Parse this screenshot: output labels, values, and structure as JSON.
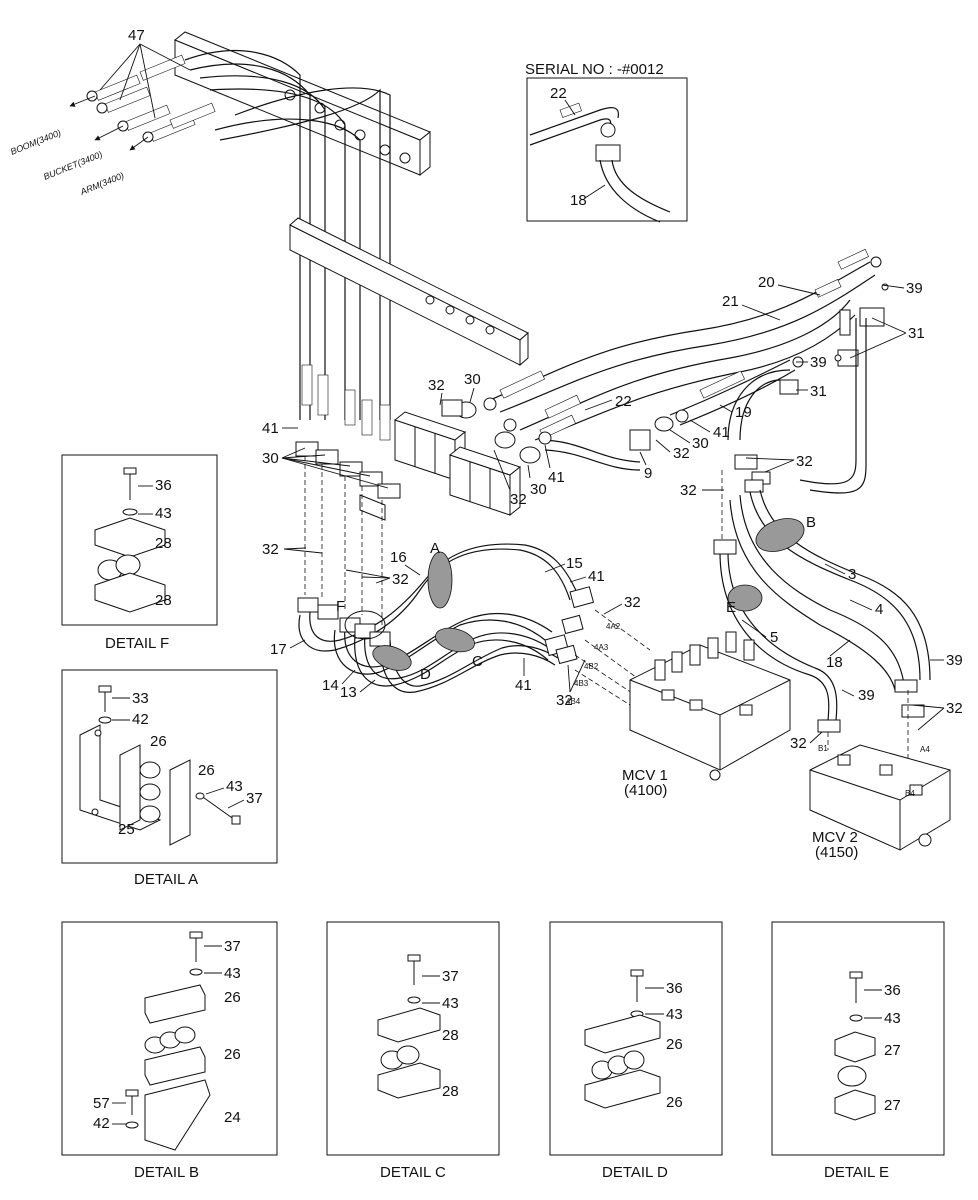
{
  "serial": {
    "title": "SERIAL NO : -#0012",
    "labels": [
      "22",
      "18"
    ]
  },
  "outputs": {
    "boom": "BOOM(3400)",
    "bucket": "BUCKET(3400)",
    "arm": "ARM(3400)"
  },
  "callouts": {
    "p47": "47",
    "p20": "20",
    "p39a": "39",
    "p21": "21",
    "p31a": "31",
    "p39b": "39",
    "p31b": "31",
    "p32a": "32",
    "p30a": "30",
    "p22": "22",
    "p19": "19",
    "p41a": "41",
    "p30b": "30",
    "p32b": "32",
    "p41b": "41",
    "p30c": "30",
    "p32c": "32",
    "p41c": "41",
    "p9": "9",
    "p30d": "30",
    "p32d": "32",
    "p32e": "32",
    "p32f": "32",
    "pB": "B",
    "p3": "3",
    "p32g": "32",
    "p16": "16",
    "pA": "A",
    "p15": "15",
    "p41d": "41",
    "p32h": "32",
    "p32i": "32",
    "pF": "F",
    "p17": "17",
    "pE": "E",
    "p4": "4",
    "p5": "5",
    "p14": "14",
    "p13": "13",
    "pD": "D",
    "pC": "C",
    "p41e": "41",
    "p32j": "32",
    "p18": "18",
    "p39c": "39",
    "p39d": "39",
    "p32k": "32",
    "p32l": "32"
  },
  "ports": {
    "4A2": "4A2",
    "4A3": "4A3",
    "4B2": "4B2",
    "4B3": "4B3",
    "4B4": "4B4",
    "B1": "B1",
    "A4": "A4",
    "B4": "B4"
  },
  "mcv1": {
    "name": "MCV 1",
    "code": "(4100)"
  },
  "mcv2": {
    "name": "MCV 2",
    "code": "(4150)"
  },
  "detailF": {
    "caption": "DETAIL F",
    "labels": [
      "36",
      "43",
      "28",
      "28"
    ]
  },
  "detailA": {
    "caption": "DETAIL A",
    "labels": [
      "33",
      "42",
      "26",
      "26",
      "43",
      "37",
      "25"
    ]
  },
  "detailB": {
    "caption": "DETAIL B",
    "labels": [
      "37",
      "43",
      "26",
      "26",
      "57",
      "42",
      "24"
    ]
  },
  "detailC": {
    "caption": "DETAIL C",
    "labels": [
      "37",
      "43",
      "28",
      "28"
    ]
  },
  "detailD": {
    "caption": "DETAIL D",
    "labels": [
      "36",
      "43",
      "26",
      "26"
    ]
  },
  "detailE": {
    "caption": "DETAIL E",
    "labels": [
      "36",
      "43",
      "27",
      "27"
    ]
  }
}
